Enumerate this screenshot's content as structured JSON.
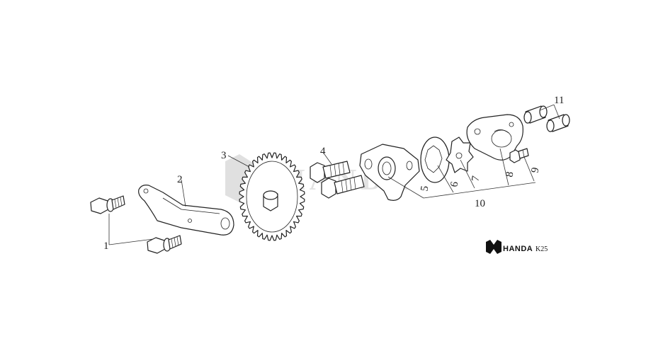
{
  "diagram": {
    "callouts": [
      "1",
      "2",
      "3",
      "4",
      "5",
      "6",
      "7",
      "8",
      "9",
      "10",
      "11"
    ]
  },
  "brand": {
    "name": "HANDA",
    "model": "K25"
  },
  "watermark": {
    "text": "HANDA"
  }
}
